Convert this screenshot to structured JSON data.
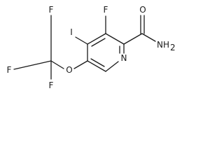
{
  "molecule": {
    "atom_labels": {
      "fluoro": "F",
      "iodo": "I",
      "ring_nitrogen": "N",
      "amide_oxygen": "O",
      "amide_nitrogen": "NH",
      "amide_subscript": "2",
      "ether_oxygen": "O",
      "cf3_f_top": "F",
      "cf3_f_left": "F",
      "cf3_f_bottom": "F"
    }
  }
}
